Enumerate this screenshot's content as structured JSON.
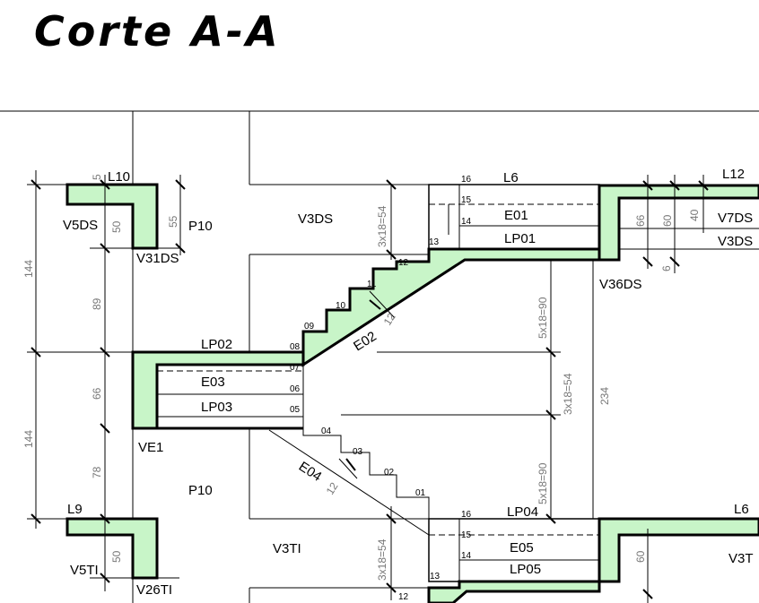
{
  "title": "Corte A-A",
  "labels": {
    "L10": "L10",
    "V5DS": "V5DS",
    "P10_top": "P10",
    "V31DS": "V31DS",
    "V3DS_mid": "V3DS",
    "L6_top": "L6",
    "E01": "E01",
    "LP01": "LP01",
    "L12": "L12",
    "V7DS": "V7DS",
    "V3DS_right": "V3DS",
    "V36DS": "V36DS",
    "LP02": "LP02",
    "E02": "E02",
    "E03": "E03",
    "LP03": "LP03",
    "VE1": "VE1",
    "P10_bottom": "P10",
    "E04": "E04",
    "L9": "L9",
    "V5TI": "V5TI",
    "V26TI": "V26TI",
    "V3TI": "V3TI",
    "LP04": "LP04",
    "E05": "E05",
    "LP05": "LP05",
    "L6_bottom": "L6",
    "V3T": "V3T"
  },
  "steps": [
    "16",
    "15",
    "14",
    "13",
    "12",
    "11",
    "10",
    "09",
    "08",
    "07",
    "06",
    "05",
    "04",
    "03",
    "02",
    "01",
    "16",
    "15",
    "14",
    "13",
    "12"
  ],
  "dims": {
    "d144a": "144",
    "d144b": "144",
    "d89": "89",
    "d66": "66",
    "d78": "78",
    "d5": "5",
    "d50a": "50",
    "d55": "55",
    "d50b": "50",
    "d3x18a": "3x18=54",
    "d5x18a": "5x18=90",
    "d3x18b": "3x18=54",
    "d5x18b": "5x18=90",
    "d234": "234",
    "d3x18c": "3x18=54",
    "d66r": "66",
    "d60r": "60",
    "d40r": "40",
    "d6r": "6",
    "d60b": "60",
    "d12a": "12",
    "d12b": "12"
  }
}
